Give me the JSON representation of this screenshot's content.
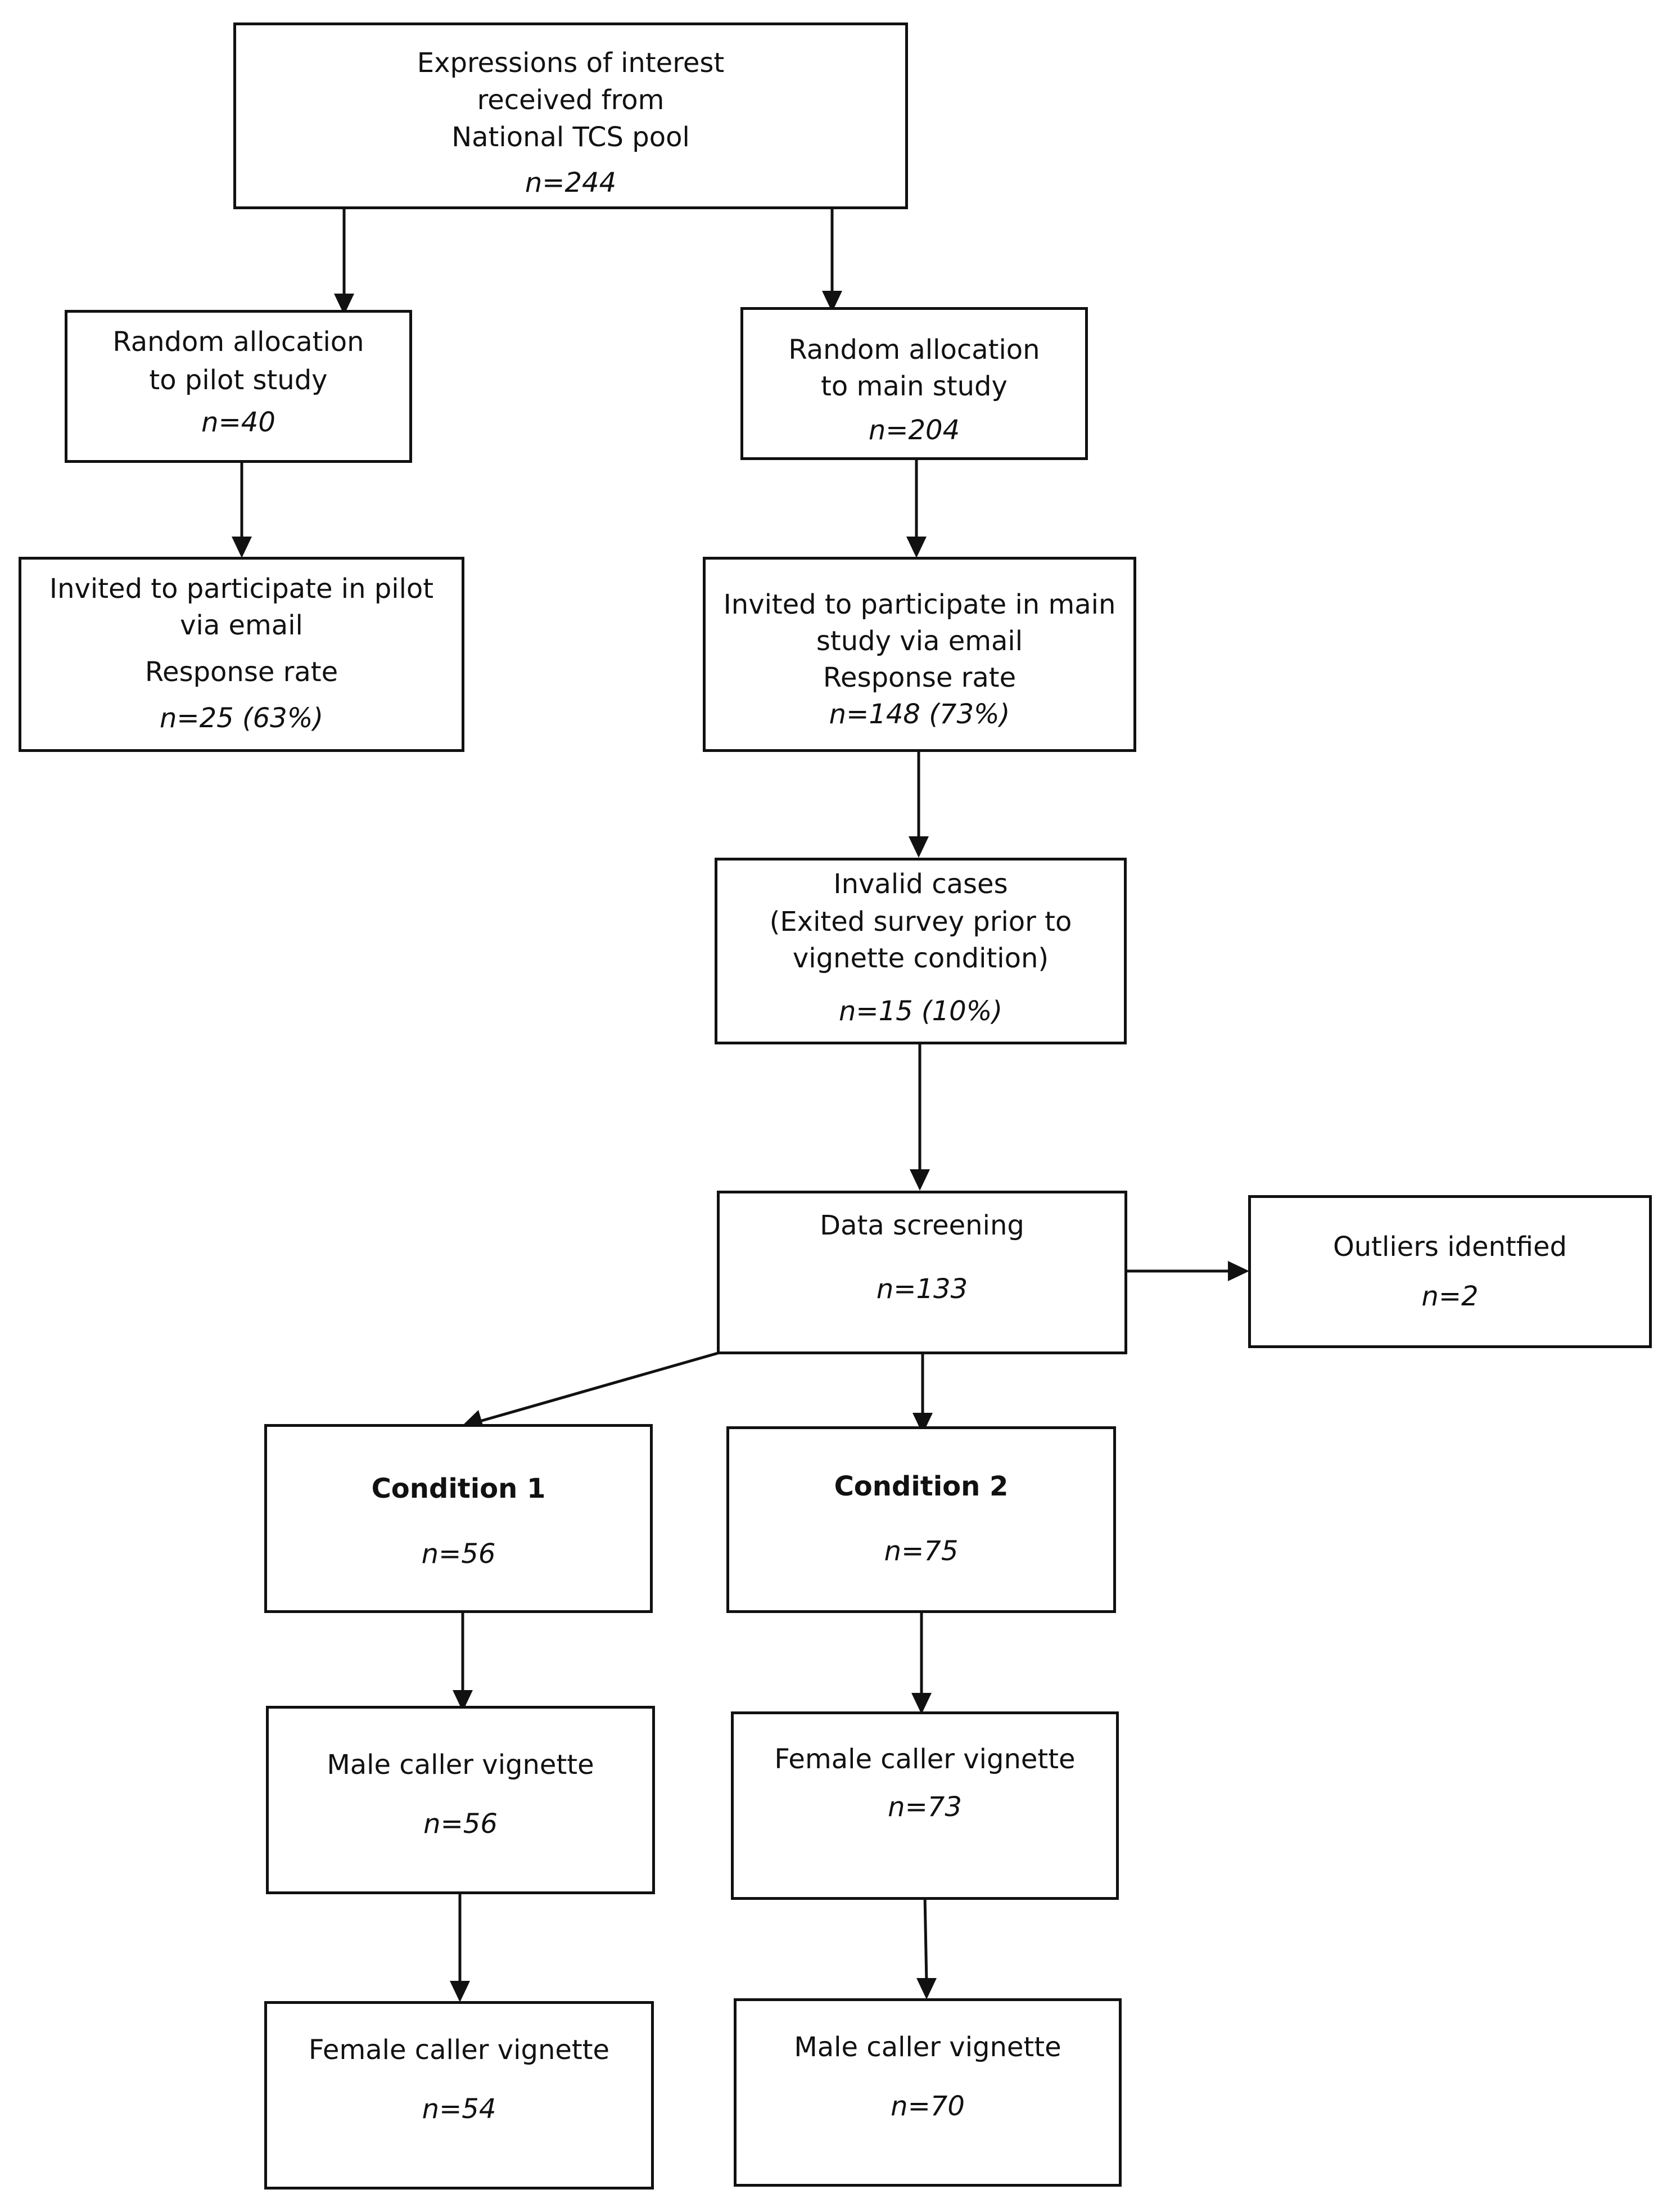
{
  "boxes": {
    "expressions": {
      "lines": [
        "Expressions of interest",
        "received from",
        "National TCS pool"
      ],
      "n": "n=244"
    },
    "pilot_alloc": {
      "lines": [
        "Random allocation",
        "to pilot study"
      ],
      "n": "n=40"
    },
    "main_alloc": {
      "lines": [
        "Random allocation",
        "to main study"
      ],
      "n": "n=204"
    },
    "pilot_invite": {
      "lines": [
        "Invited to participate in pilot",
        "via email",
        "Response rate"
      ],
      "n": "n=25 (63%)"
    },
    "main_invite": {
      "lines": [
        "Invited to participate in main",
        "study via email",
        "Response rate"
      ],
      "n": "n=148 (73%)"
    },
    "invalid": {
      "lines": [
        "Invalid cases",
        "(Exited survey prior to",
        "vignette condition)"
      ],
      "n": "n=15 (10%)"
    },
    "screening": {
      "lines": [
        "Data screening"
      ],
      "n": "n=133"
    },
    "outliers": {
      "lines": [
        "Outliers identfied"
      ],
      "n": "n=2"
    },
    "cond1": {
      "lines": [
        "Condition 1"
      ],
      "n": "n=56"
    },
    "cond2": {
      "lines": [
        "Condition 2"
      ],
      "n": "n=75"
    },
    "c1_male": {
      "lines": [
        "Male caller vignette"
      ],
      "n": "n=56"
    },
    "c2_female": {
      "lines": [
        "Female caller vignette"
      ],
      "n": "n=73"
    },
    "c1_female": {
      "lines": [
        "Female caller vignette"
      ],
      "n": "n=54"
    },
    "c2_male": {
      "lines": [
        "Male caller vignette"
      ],
      "n": "n=70"
    }
  }
}
